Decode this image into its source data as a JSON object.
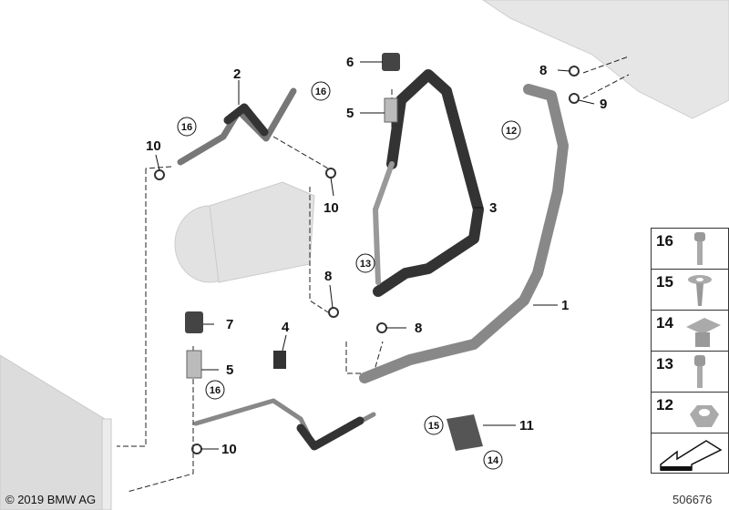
{
  "diagram": {
    "callouts": [
      {
        "id": "2",
        "label": "2"
      },
      {
        "id": "3",
        "label": "3"
      },
      {
        "id": "1",
        "label": "1"
      },
      {
        "id": "4",
        "label": "4"
      },
      {
        "id": "5a",
        "label": "5"
      },
      {
        "id": "5b",
        "label": "5"
      },
      {
        "id": "6",
        "label": "6"
      },
      {
        "id": "7",
        "label": "7"
      },
      {
        "id": "8a",
        "label": "8"
      },
      {
        "id": "8b",
        "label": "8"
      },
      {
        "id": "8c",
        "label": "8"
      },
      {
        "id": "9",
        "label": "9"
      },
      {
        "id": "10a",
        "label": "10"
      },
      {
        "id": "10b",
        "label": "10"
      },
      {
        "id": "10c",
        "label": "10"
      },
      {
        "id": "11",
        "label": "11"
      }
    ],
    "circled_callouts": [
      {
        "label": "16"
      },
      {
        "label": "16"
      },
      {
        "label": "16"
      },
      {
        "label": "12"
      },
      {
        "label": "13"
      },
      {
        "label": "15"
      },
      {
        "label": "14"
      }
    ]
  },
  "legend": {
    "items": [
      {
        "label": "16",
        "icon": "bolt-icon"
      },
      {
        "label": "15",
        "icon": "washer-screw-icon"
      },
      {
        "label": "14",
        "icon": "clip-nut-icon"
      },
      {
        "label": "13",
        "icon": "bolt-icon"
      },
      {
        "label": "12",
        "icon": "hex-nut-icon"
      },
      {
        "label": "",
        "icon": "direction-arrow-icon"
      }
    ]
  },
  "footer": {
    "copyright": "© 2019 BMW AG",
    "doc_number": "506676"
  }
}
